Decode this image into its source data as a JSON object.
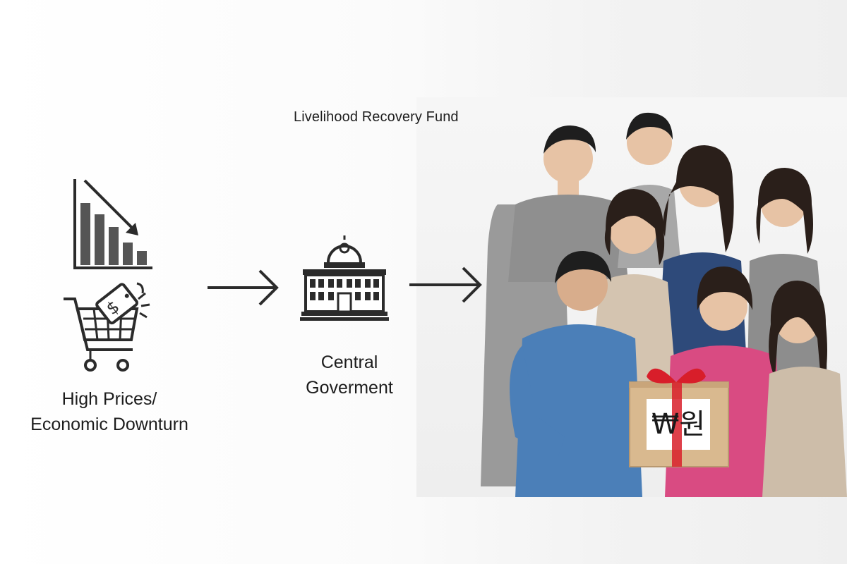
{
  "diagram": {
    "title": "Livelihood Recovery Fund",
    "left_label": [
      "High Prices/",
      "Economic Downturn"
    ],
    "middle_label": [
      "Central",
      "Goverment"
    ],
    "box_label": "₩원"
  },
  "colors": {
    "line": "#2b2b2b",
    "bar": "#555555",
    "ribbon": "#d81e2a",
    "box": "#d9b98f",
    "sweater_blue": "#4b7fb8",
    "sweater_pink": "#d94b82",
    "sweater_gray": "#9a9a9a"
  },
  "icons": [
    "declining-bar-chart-icon",
    "shopping-cart-price-tag-icon",
    "government-building-icon",
    "right-arrow-icon"
  ]
}
